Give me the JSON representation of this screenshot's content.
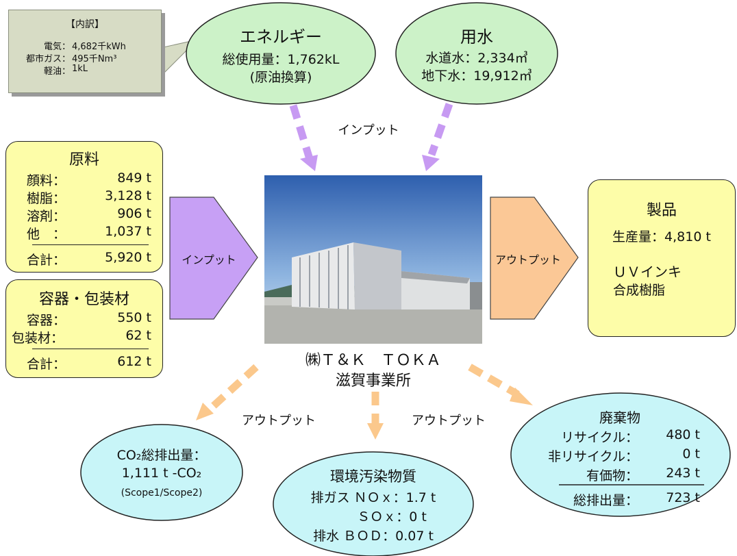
{
  "breakdown": {
    "title": "【内訳】",
    "items": [
      {
        "label": "電気：",
        "value": "4,682千kWh"
      },
      {
        "label": "都市ガス：",
        "value": "495千Nm³"
      },
      {
        "label": "軽油：",
        "value": "1kL"
      }
    ]
  },
  "energy": {
    "title": "エネルギー",
    "line1": "総使用量：1,762kL",
    "line2": "(原油換算)"
  },
  "water": {
    "title": "用水",
    "line1": "水道水：2,334㎥",
    "line2": "地下水：19,912㎥"
  },
  "input_label_top": "インプット",
  "raw_materials": {
    "title": "原料",
    "items": [
      {
        "label": "顔料：",
        "value": "849 t"
      },
      {
        "label": "樹脂：",
        "value": "3,128 t"
      },
      {
        "label": "溶剤：",
        "value": "906 t"
      },
      {
        "label": "他　：",
        "value": "1,037 t"
      }
    ],
    "total_label": "合計：",
    "total_value": "5,920 t"
  },
  "containers": {
    "title": "容器・包装材",
    "items": [
      {
        "label": "容器：",
        "value": "550 t"
      },
      {
        "label": "包装材：",
        "value": "62 t"
      }
    ],
    "total_label": "合計：",
    "total_value": "612 t"
  },
  "input_arrow_label": "インプット",
  "output_arrow_label": "アウトプット",
  "products": {
    "title": "製品",
    "production": "生産量：4,810 t",
    "type1": "ＵＶインキ",
    "type2": "合成樹脂"
  },
  "facility": {
    "company": "㈱Ｔ＆Ｋ　ＴＯＫＡ",
    "site": "滋賀事業所"
  },
  "output_label_left": "アウトプット",
  "output_label_right": "アウトプット",
  "co2": {
    "line1": "CO₂総排出量：",
    "line2": "1,111 t -CO₂",
    "line3": "(Scope1/Scope2)"
  },
  "pollutants": {
    "title": "環境汚染物質",
    "line1": "排ガス ＮＯｘ：1.7 t",
    "line2": "ＳＯｘ：0 t",
    "line3": "排水 ＢＯＤ：0.07 t"
  },
  "waste": {
    "title": "廃棄物",
    "items": [
      {
        "label": "リサイクル：",
        "value": "480 t"
      },
      {
        "label": "非リサイクル：",
        "value": "0 t"
      },
      {
        "label": "有価物：",
        "value": "243 t"
      }
    ],
    "total_label": "総排出量：",
    "total_value": "723 t"
  },
  "colors": {
    "ellipse_green": "#ccf2c8",
    "ellipse_cyan": "#c8f5f8",
    "box_yellow": "#fdfda8",
    "input_purple": "#c7a0f5",
    "output_orange": "#fbc896",
    "dashed_purple": "#c79af2",
    "dashed_orange": "#fbc88c",
    "note_bg": "#d7dcc5"
  }
}
